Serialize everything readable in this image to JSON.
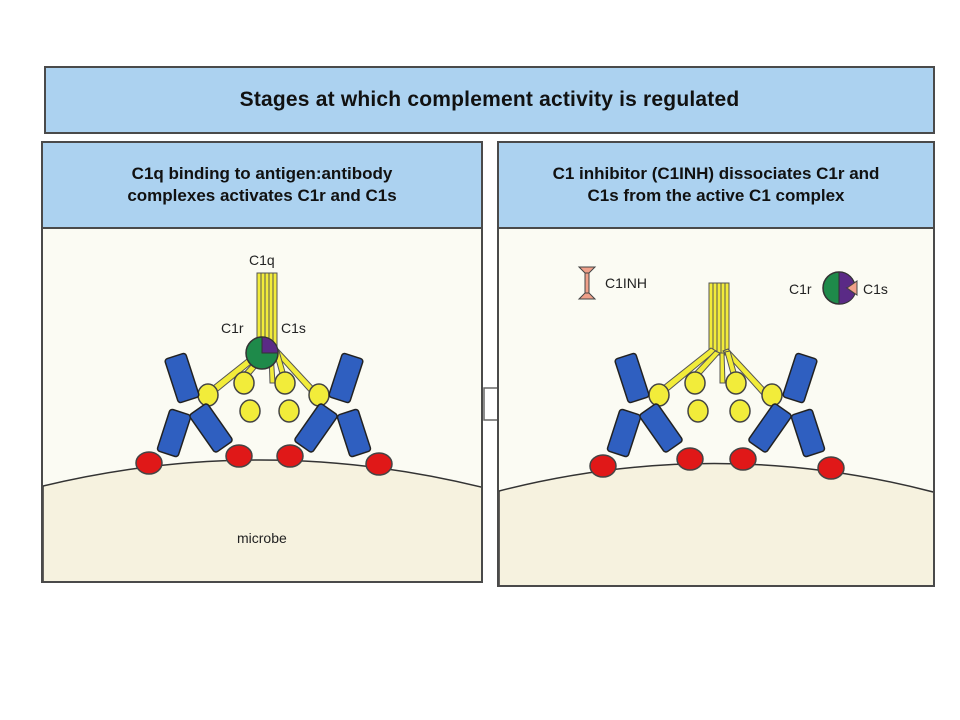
{
  "title": "Stages at which complement activity is regulated",
  "left_panel": {
    "heading": "C1q binding to antigen:antibody\ncomplexes activates C1r and C1s",
    "labels": {
      "c1q": "C1q",
      "c1r": "C1r",
      "c1s": "C1s",
      "microbe": "microbe"
    }
  },
  "right_panel": {
    "heading": "C1 inhibitor (C1INH) dissociates C1r and\nC1s from the active C1 complex",
    "labels": {
      "c1inh": "C1INH",
      "c1r": "C1r",
      "c1s": "C1s"
    }
  },
  "colors": {
    "header_bg": "#acd2f0",
    "antibody": "#2f5fc0",
    "antigen": "#e01818",
    "c1q": "#f2ec3a",
    "c1r": "#1e8a4a",
    "c1s": "#5a2a86",
    "c1inh": "#f0a08a",
    "microbe": "#f6f2df"
  }
}
